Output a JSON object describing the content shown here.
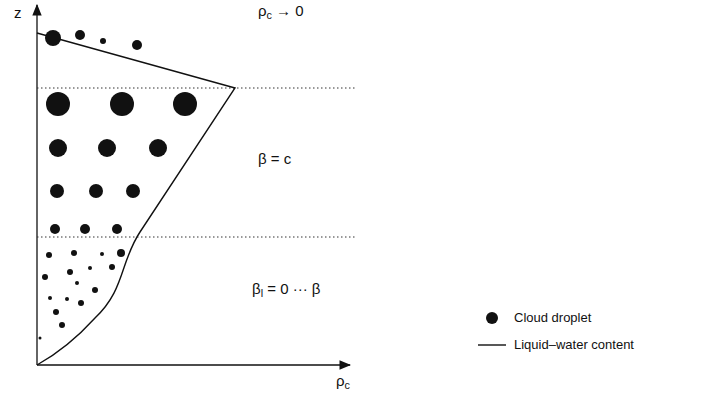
{
  "diagram": {
    "labels": [
      "z",
      "ρc → 0",
      "β = c",
      "βl = 0 ··· β",
      "ρc"
    ],
    "legend": [
      {
        "text": "Cloud droplet"
      },
      {
        "text": "Liquid–water content"
      }
    ]
  }
}
